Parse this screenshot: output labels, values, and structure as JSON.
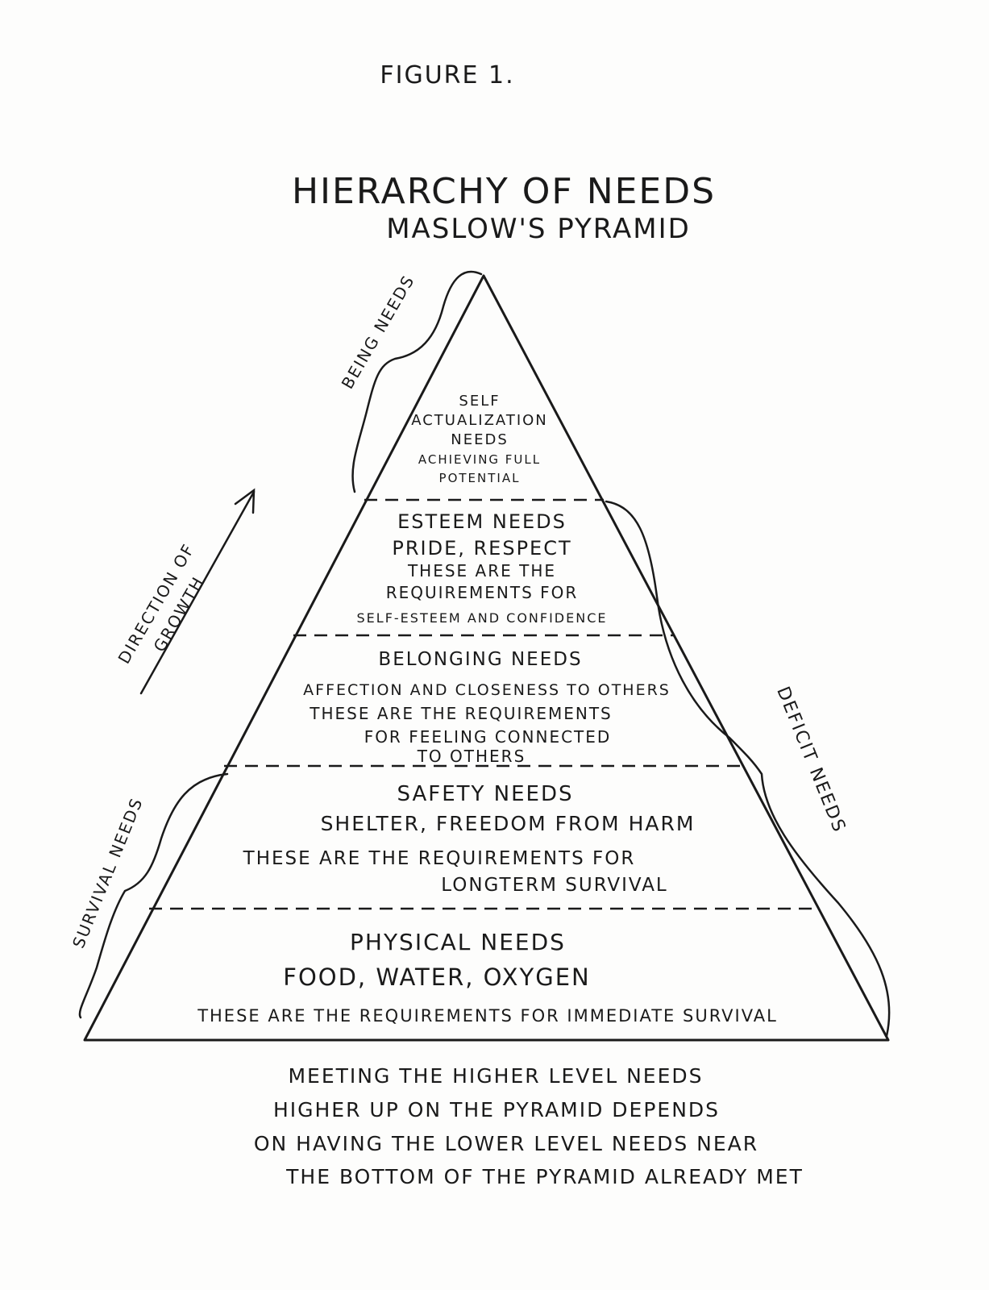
{
  "figure_label": "FIGURE 1.",
  "title": "HIERARCHY OF NEEDS",
  "subtitle": "MASLOW'S PYRAMID",
  "levels": [
    {
      "name": "SELF ACTUALIZATION NEEDS",
      "lines": [
        "SELF",
        "ACTUALIZATION",
        "NEEDS",
        "ACHIEVING FULL",
        "POTENTIAL"
      ]
    },
    {
      "name": "ESTEEM NEEDS",
      "lines": [
        "ESTEEM NEEDS",
        "PRIDE, RESPECT",
        "THESE ARE THE",
        "REQUIREMENTS FOR",
        "SELF-ESTEEM AND CONFIDENCE"
      ]
    },
    {
      "name": "BELONGING NEEDS",
      "lines": [
        "BELONGING NEEDS",
        "AFFECTION AND CLOSENESS TO OTHERS",
        "THESE ARE THE REQUIREMENTS",
        "FOR FEELING CONNECTED",
        "TO OTHERS"
      ]
    },
    {
      "name": "SAFETY NEEDS",
      "lines": [
        "SAFETY NEEDS",
        "SHELTER, FREEDOM FROM HARM",
        "THESE ARE THE REQUIREMENTS FOR",
        "LONGTERM SURVIVAL"
      ]
    },
    {
      "name": "PHYSICAL NEEDS",
      "lines": [
        "PHYSICAL NEEDS",
        "FOOD, WATER, OXYGEN",
        "THESE ARE THE REQUIREMENTS FOR IMMEDIATE SURVIVAL"
      ]
    }
  ],
  "side_labels": {
    "being": "BEING NEEDS",
    "deficit": "DEFICIT NEEDS",
    "survival": "SURVIVAL NEEDS",
    "growth_line1": "DIRECTION OF",
    "growth_line2": "GROWTH"
  },
  "footnote": [
    "MEETING THE HIGHER LEVEL NEEDS",
    "HIGHER UP ON THE PYRAMID DEPENDS",
    "ON HAVING THE LOWER LEVEL NEEDS NEAR",
    "THE BOTTOM OF THE PYRAMID ALREADY MET"
  ],
  "colors": {
    "ink": "#1a1a1a",
    "paper": "#fdfdfc"
  }
}
